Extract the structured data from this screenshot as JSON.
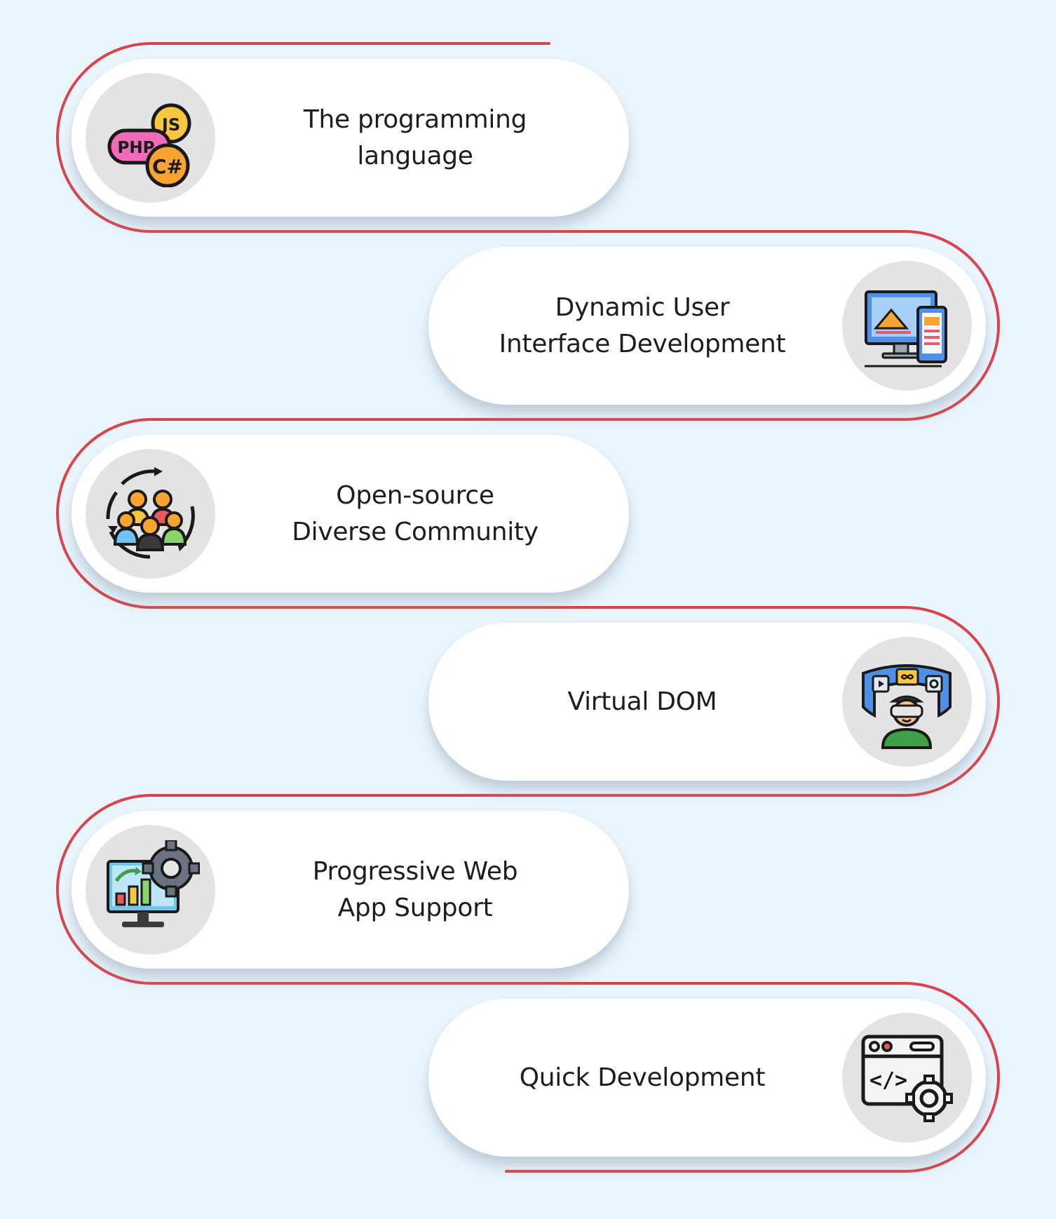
{
  "colors": {
    "background": "#e9f4fc",
    "connector": "#d9434b",
    "pill": "#ffffff",
    "icon_circle": "#e3e3e3"
  },
  "items": [
    {
      "lines": [
        "The programming",
        "language"
      ],
      "icon": "programming-languages-icon",
      "side": "left"
    },
    {
      "lines": [
        "Dynamic User",
        "Interface Development"
      ],
      "icon": "responsive-devices-icon",
      "side": "right"
    },
    {
      "lines": [
        "Open-source",
        "Diverse Community"
      ],
      "icon": "community-cycle-icon",
      "side": "left"
    },
    {
      "lines": [
        "Virtual DOM"
      ],
      "icon": "vr-headset-user-icon",
      "side": "right"
    },
    {
      "lines": [
        "Progressive Web",
        "App Support"
      ],
      "icon": "monitor-chart-gear-icon",
      "side": "left"
    },
    {
      "lines": [
        "Quick Development"
      ],
      "icon": "code-window-gear-icon",
      "side": "right"
    }
  ],
  "icon_text": {
    "php": "PHP",
    "js": "JS",
    "csharp": "C#",
    "code": "</>"
  }
}
